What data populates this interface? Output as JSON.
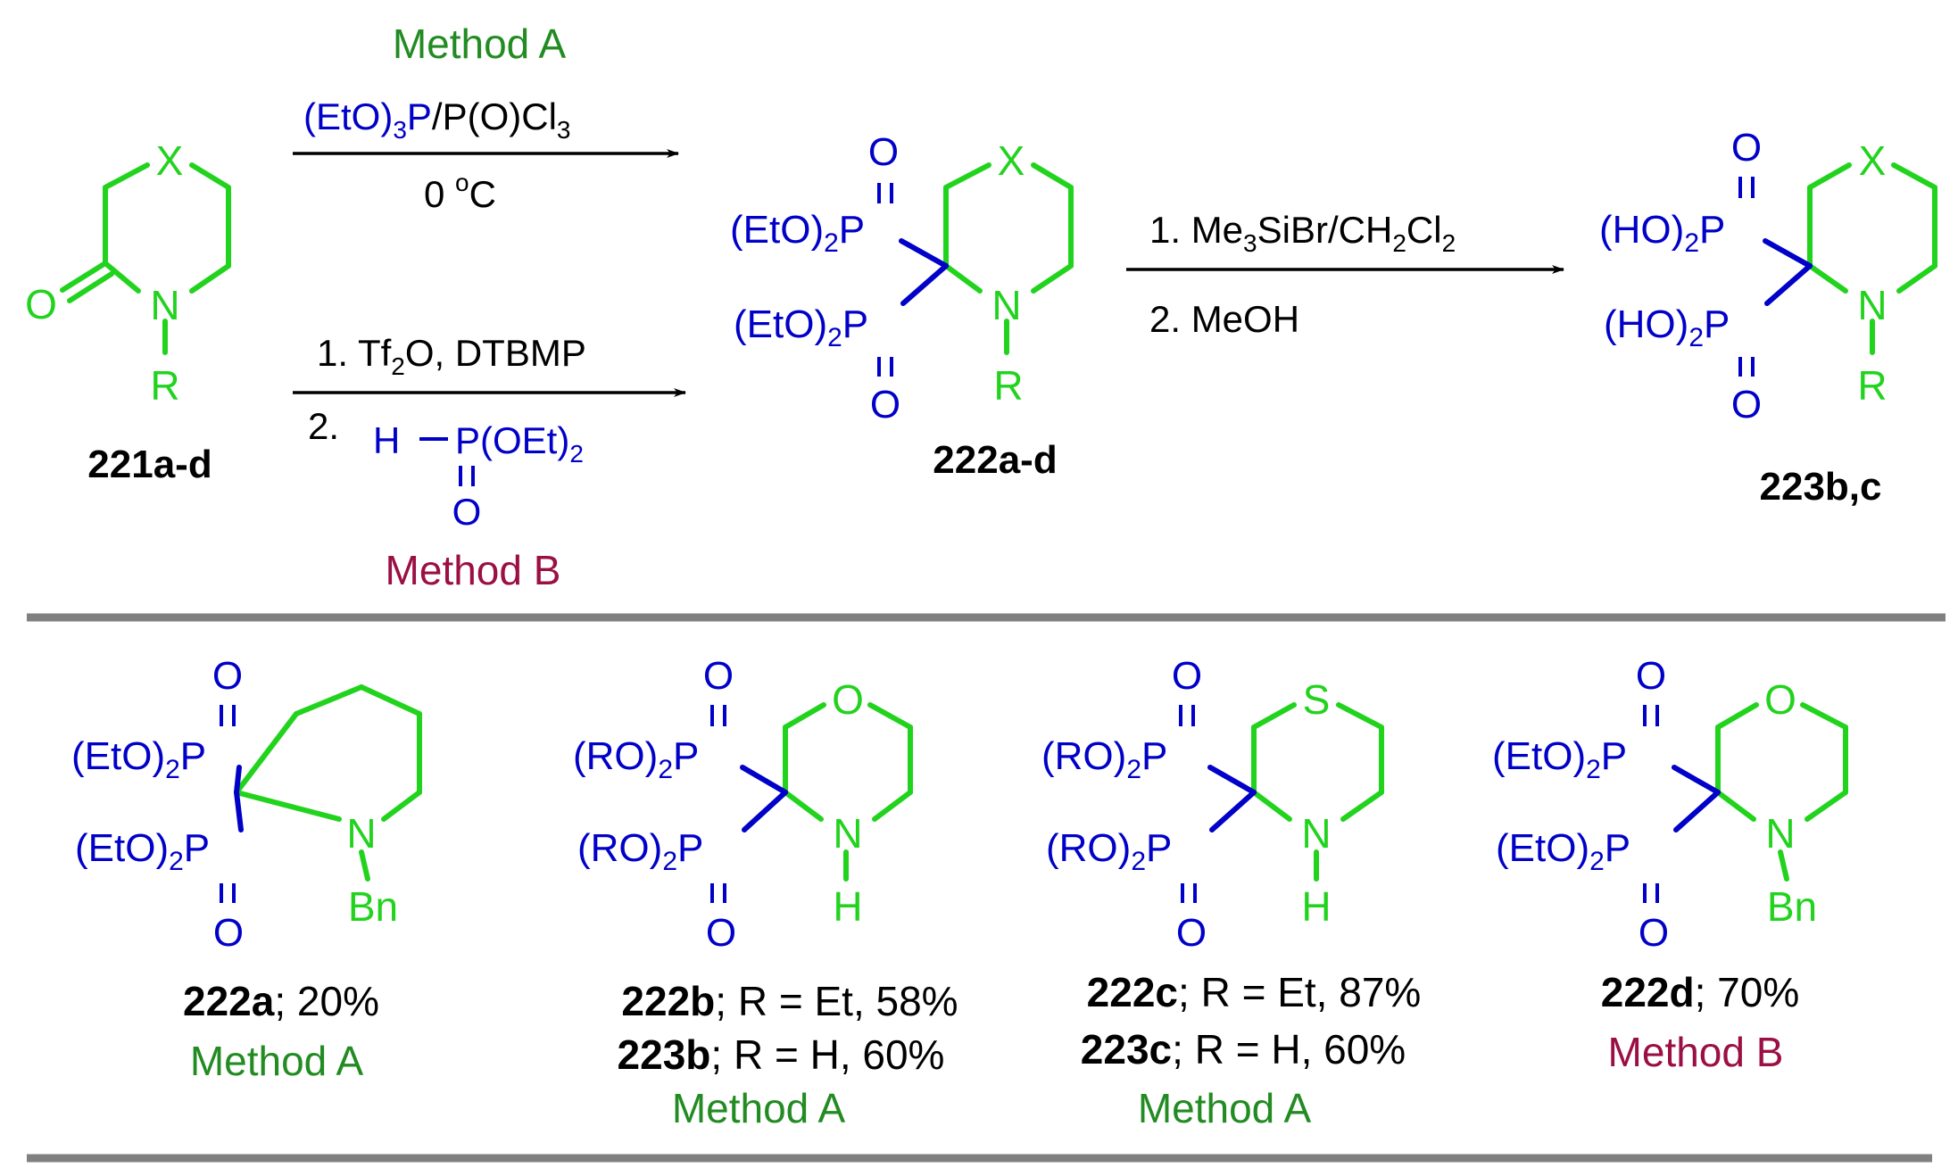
{
  "colors": {
    "green_structure": "#22d31e",
    "blue_phosphorus": "#0000c8",
    "method_a_green": "#228b22",
    "method_b_maroon": "#9b1044",
    "black": "#000000",
    "divider_gray": "#808080"
  },
  "atoms": {
    "X": "X",
    "O": "O",
    "S": "S",
    "N": "N",
    "R": "R",
    "H": "H",
    "Bn": "Bn",
    "P": "P",
    "EtO": "(EtO)",
    "RO": "(RO)",
    "HO": "(HO)",
    "sub2": "2",
    "sub3": "3",
    "eq": "="
  },
  "top": {
    "method_a_label": "Method A",
    "method_a_reagent": {
      "a": "(EtO)",
      "b": "3",
      "c": "P",
      "d": "/P(O)Cl",
      "e": "3"
    },
    "method_a_temp": {
      "a": "0 ",
      "b": "o",
      "c": "C"
    },
    "method_b_step1": {
      "a": "1. Tf",
      "b": "2",
      "c": "O, DTBMP"
    },
    "method_b_step2_num": "2.",
    "method_b_reagent": {
      "h": "H",
      "p": "P(OEt)",
      "sub": "2",
      "o": "O"
    },
    "method_b_label": "Method B",
    "step2_line1": {
      "a": "1. Me",
      "b": "3",
      "c": "SiBr/CH",
      "d": "2",
      "e": "Cl",
      "f": "2"
    },
    "step2_line2": "2. MeOH",
    "label_221": "221a-d",
    "label_222": "222a-d",
    "label_223": "223b,c"
  },
  "bottom": {
    "a": {
      "code": "222a",
      "rest": "; 20%",
      "method": "Method A"
    },
    "b": {
      "code1": "222b",
      "rest1": "; R = Et, 58%",
      "code2": "223b",
      "rest2": "; R = H, 60%",
      "method": "Method A"
    },
    "c": {
      "code1": "222c",
      "rest1": "; R = Et, 87%",
      "code2": "223c",
      "rest2": "; R = H, 60%",
      "method": "Method A"
    },
    "d": {
      "code": "222d",
      "rest": "; 70%",
      "method": "Method B"
    }
  }
}
